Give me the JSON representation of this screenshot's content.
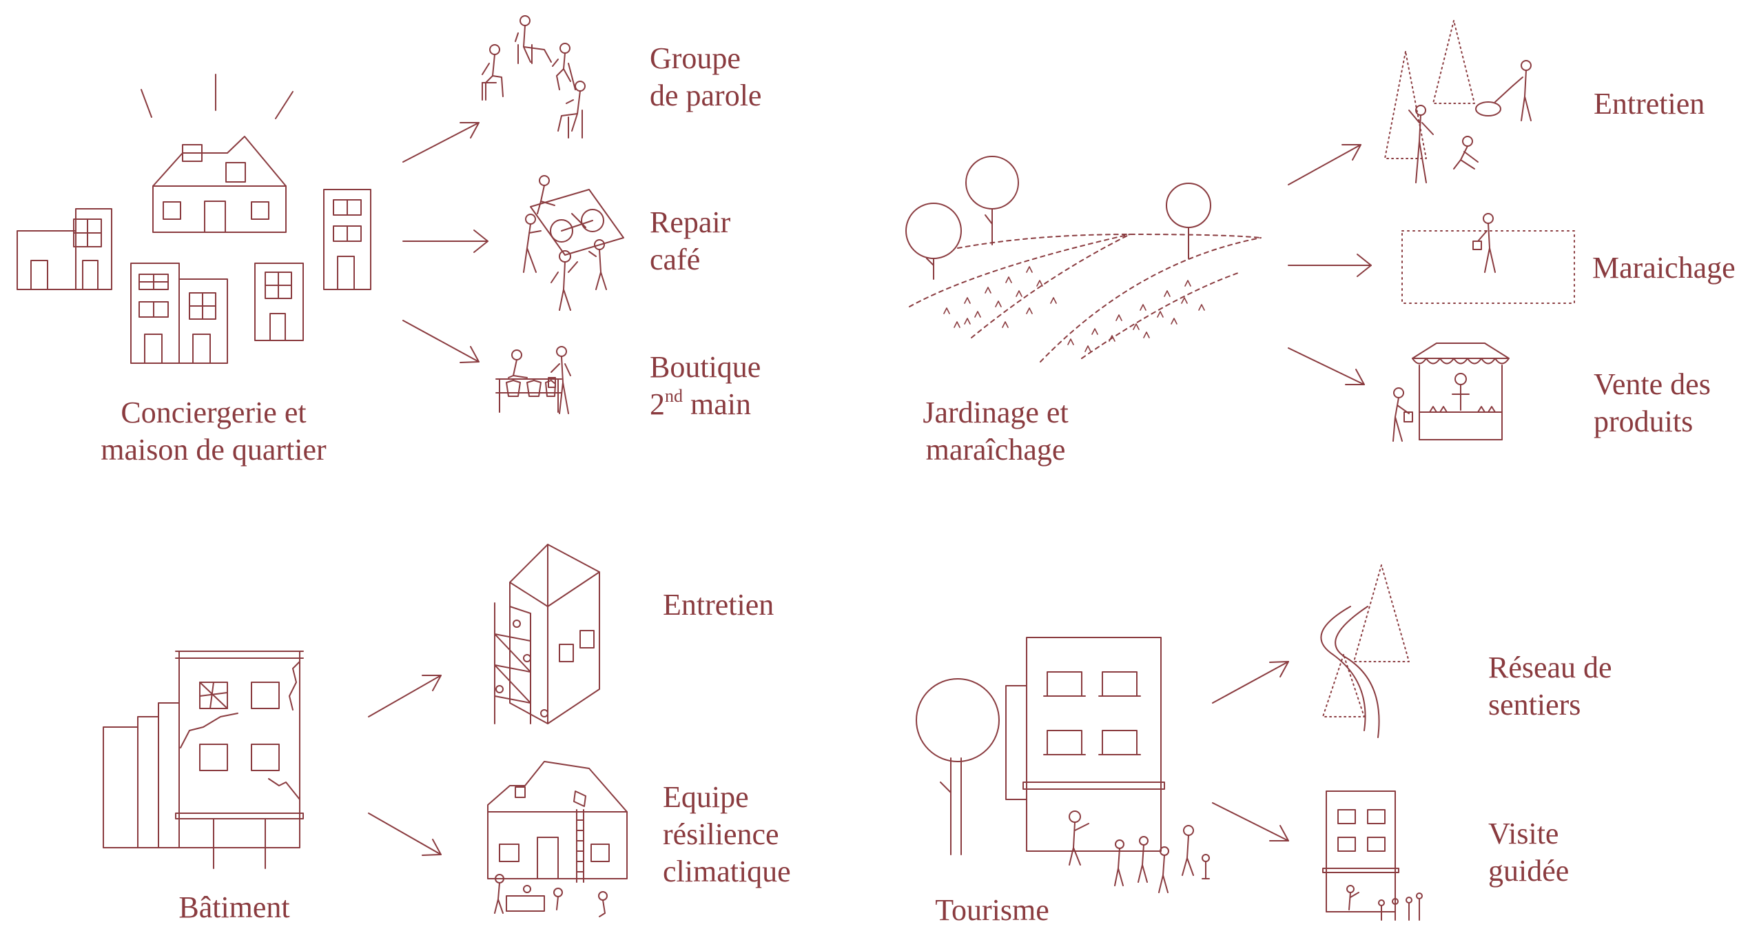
{
  "theme": {
    "stroke_color": "#8a3b3f",
    "text_color": "#8a3b3f",
    "background": "#ffffff"
  },
  "sections": {
    "conciergerie": {
      "title_line1": "Conciergerie et",
      "title_line2": "maison de quartier",
      "items": [
        {
          "line1": "Groupe",
          "line2": "de parole"
        },
        {
          "line1": "Repair",
          "line2": "café"
        },
        {
          "line1": "Boutique",
          "line2_num": "2",
          "line2_sup": "nd",
          "line2_rest": " main"
        }
      ]
    },
    "jardinage": {
      "title_line1": "Jardinage et",
      "title_line2": "maraîchage",
      "items": [
        {
          "line1": "Entretien"
        },
        {
          "line1": "Maraichage"
        },
        {
          "line1": "Vente des",
          "line2": "produits"
        }
      ]
    },
    "batiment": {
      "title": "Bâtiment",
      "items": [
        {
          "line1": "Entretien"
        },
        {
          "line1": "Equipe",
          "line2": "résilience",
          "line3": "climatique"
        }
      ]
    },
    "tourisme": {
      "title": "Tourisme",
      "items": [
        {
          "line1": "Réseau de",
          "line2": "sentiers"
        },
        {
          "line1": "Visite",
          "line2": "guidée"
        }
      ]
    }
  }
}
